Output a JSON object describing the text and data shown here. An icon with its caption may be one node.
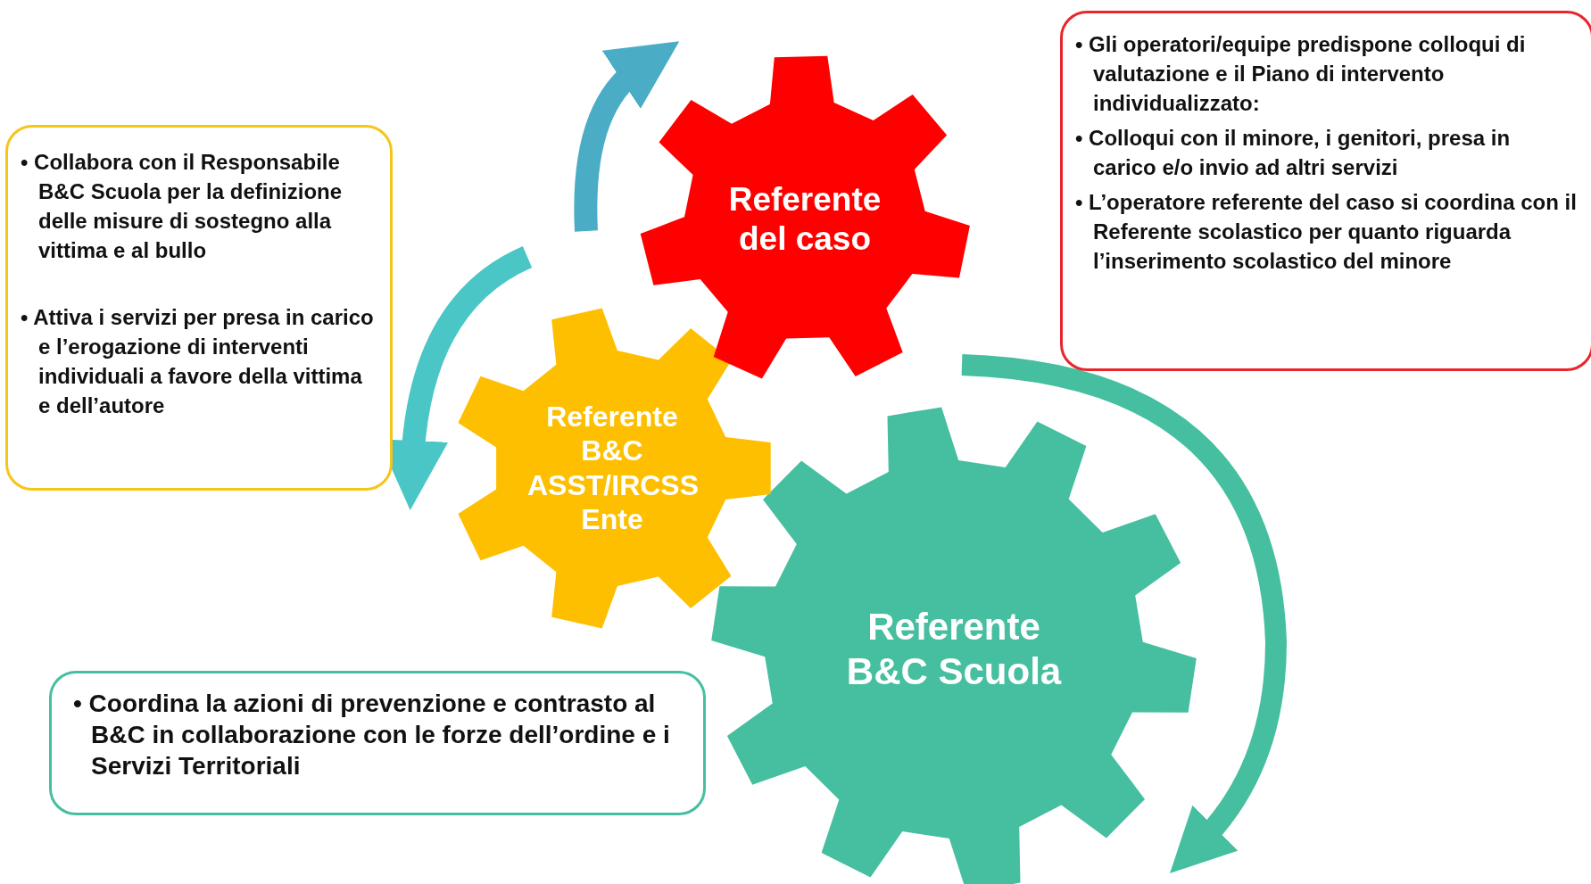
{
  "diagram": {
    "nodes": [
      {
        "text": [
          "• Collabora con il Responsabile B&C Scuola per la definizione delle misure di sostegno alla vittima e al bullo",
          "• Attiva i servizi per presa in carico e l’erogazione di interventi individuali a favore della vittima e dell’autore"
        ]
      },
      {
        "text": [
          "Referente del caso"
        ]
      },
      {
        "text": [
          "• Gli operatori/equipe predispone colloqui di valutazione e il Piano di intervento individualizzato:",
          "• Colloqui con il minore, i genitori, presa in carico e/o invio ad altri servizi",
          "• L’operatore referente del caso si coordina con il Referente scolastico per quanto riguarda l’inserimento scolastico del minore"
        ]
      },
      {
        "text": [
          "Referente B&C ASST/IRCSS Ente"
        ]
      },
      {
        "text": [
          "• Coordina la azioni di prevenzione e contrasto al B&C in collaborazione con le forze dell’ordine e i Servizi Territoriali"
        ]
      },
      {
        "text": [
          "Referente B&C Scuola"
        ]
      }
    ]
  }
}
